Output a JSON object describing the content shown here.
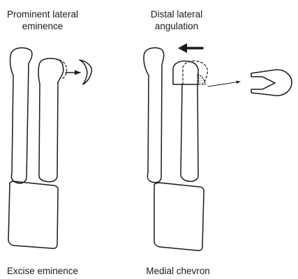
{
  "labels": {
    "left_top_line1": "Prominent lateral",
    "left_top_line2": "eminence",
    "right_top_line1": "Distal lateral",
    "right_top_line2": "angulation",
    "left_bottom": "Excise eminence",
    "right_bottom": "Medial chevron"
  },
  "colors": {
    "stroke": "#1a1a1a",
    "background": "#ffffff"
  }
}
